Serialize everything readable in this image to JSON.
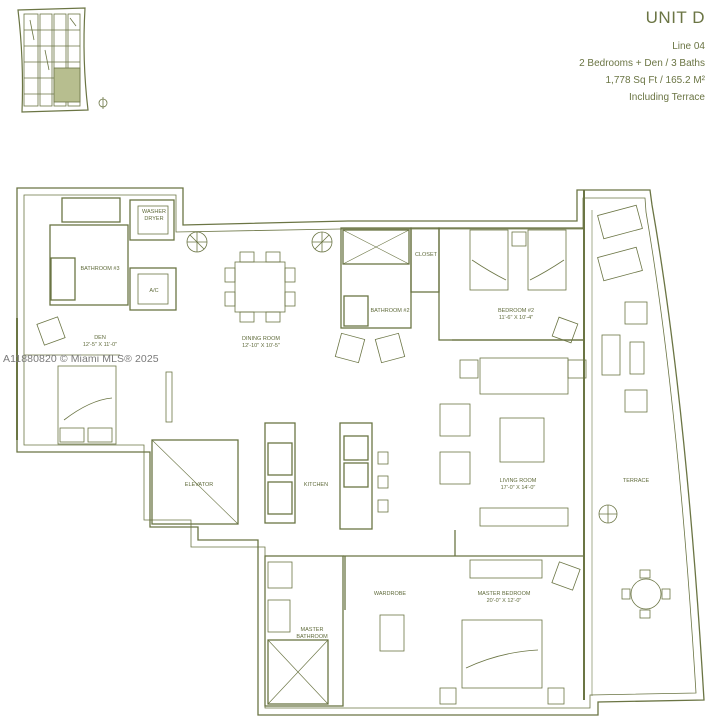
{
  "header": {
    "unit_title": "UNIT D",
    "line": "Line 04",
    "bedrooms": "2 Bedrooms + Den / 3 Baths",
    "sqft": "1,778 Sq Ft / 165.2 M²",
    "terrace_note": "Including Terrace"
  },
  "watermark": "A11880820 © Miami MLS® 2025",
  "rooms": {
    "bathroom3": "BATHROOM #3",
    "washer": "WASHER",
    "dryer": "DRYER",
    "ac": "A/C",
    "den": "DEN",
    "den_dim": "12'-5\" X 11'-0\"",
    "dining": "DINING ROOM",
    "dining_dim": "12'-10\" X 10'-5\"",
    "bathroom2": "BATHROOM #2",
    "closet": "CLOSET",
    "bedroom2": "BEDROOM #2",
    "bedroom2_dim": "11'-6\" X 10'-4\"",
    "elevator": "ELEVATOR",
    "kitchen": "KITCHEN",
    "living": "LIVING ROOM",
    "living_dim": "17'-0\" X 14'-0\"",
    "terrace": "TERRACE",
    "wardrobe": "WARDROBE",
    "master_bedroom": "MASTER BEDROOM",
    "master_bedroom_dim": "20'-0\" X 12'-0\"",
    "master": "MASTER",
    "bathroom": "BATHROOM"
  },
  "colors": {
    "line": "#6b7544",
    "key_fill": "#b7be8f",
    "watermark": "#7a7a7a"
  }
}
